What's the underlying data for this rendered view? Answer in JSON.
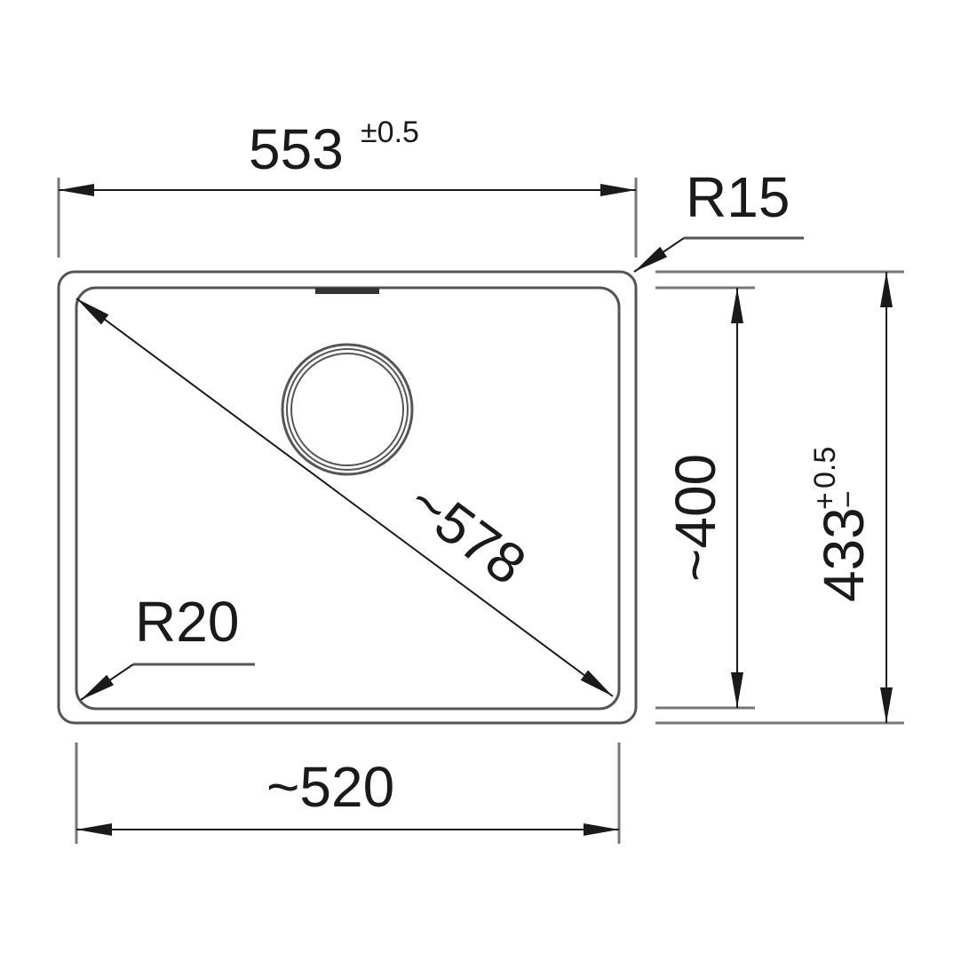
{
  "drawing": {
    "overall_width": {
      "value": "553",
      "tolerance": "±0.5"
    },
    "overall_depth": {
      "value": "433",
      "tolerance_plus": "+",
      "tolerance_minus": "−",
      "tolerance_value": "0.5"
    },
    "bowl_width": "~520",
    "bowl_depth": "~400",
    "diagonal": "~578",
    "outer_radius": "R15",
    "inner_radius": "R20"
  },
  "colors": {
    "line": "#1a1a1a",
    "outline": "#7a7a7a"
  }
}
